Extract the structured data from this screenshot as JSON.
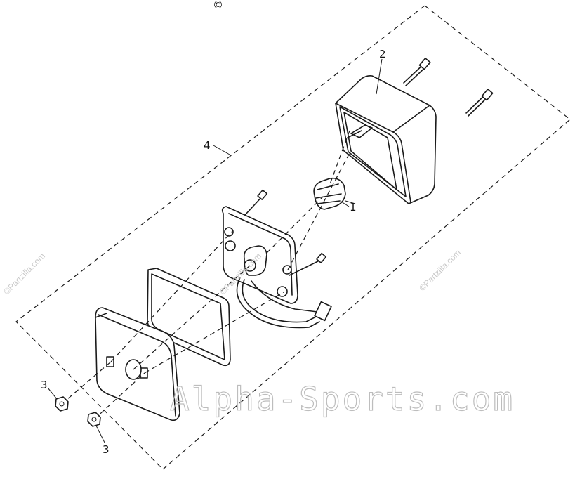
{
  "callouts": {
    "bulb": "1",
    "housing": "2",
    "nut_upper": "3",
    "nut_lower": "3",
    "assembly": "4"
  },
  "watermarks": {
    "copyright_symbol": "©",
    "site_big": "Alpha-Sports.com",
    "partzilla": "©Partzilla.com"
  },
  "colors": {
    "line": "#1a1a1a",
    "watermark": "#bdbdbd"
  }
}
